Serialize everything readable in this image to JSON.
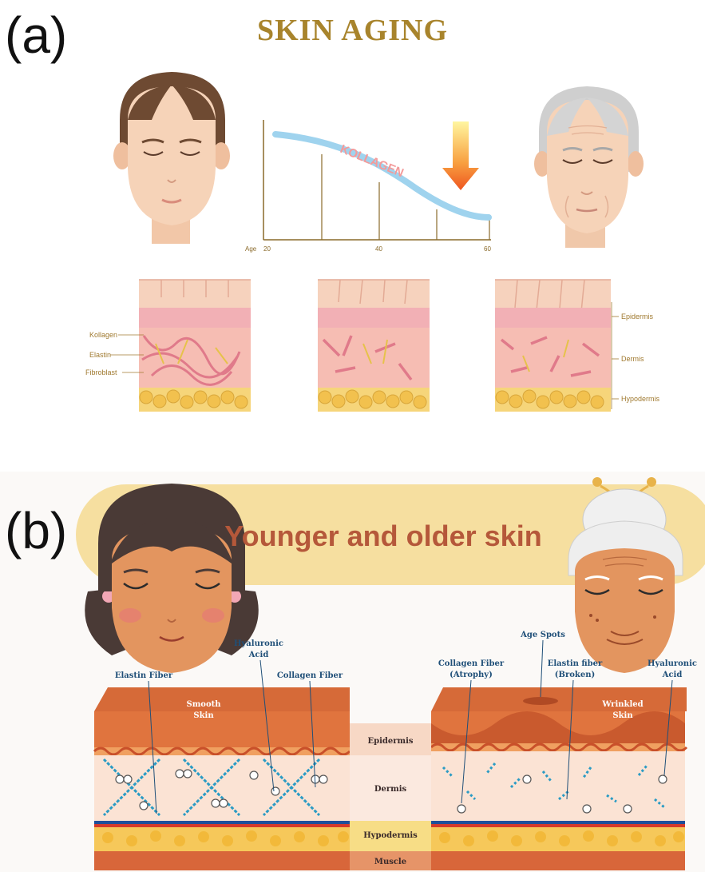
{
  "panel_a": {
    "label": "(a)",
    "title": "SKIN AGING",
    "curve_label": "KOLLAGEN",
    "axis": {
      "name": "Age",
      "ticks": [
        "20",
        "40",
        "60"
      ]
    },
    "left_labels": [
      "Kollagen",
      "Elastin",
      "Fibroblast"
    ],
    "right_labels": [
      "Epidermis",
      "Dermis",
      "Hypodermis"
    ]
  },
  "panel_b": {
    "label": "(b)",
    "title": "Younger and older skin",
    "young_labels": {
      "elastin": "Elastin Fiber",
      "hyaluronic_1": "Hyaluronic",
      "hyaluronic_2": "Acid",
      "collagen": "Collagen Fiber",
      "skin_1": "Smooth",
      "skin_2": "Skin"
    },
    "old_labels": {
      "age_spots": "Age Spots",
      "collagen_1": "Collagen Fiber",
      "collagen_2": "(Atrophy)",
      "elastin_1": "Elastin fiber",
      "elastin_2": "(Broken)",
      "hyaluronic_1": "Hyaluronic",
      "hyaluronic_2": "Acid",
      "skin_1": "Wrinkled",
      "skin_2": "Skin"
    },
    "layers": [
      "Epidermis",
      "Dermis",
      "Hypodermis",
      "Muscle"
    ]
  },
  "colors": {
    "gold": "#a8842c",
    "banner": "#f6dfa0",
    "young_skin": "#e0743e",
    "brown_title": "#b5583a",
    "fiber_blue": "#2a9bc4",
    "collagen_curve": "#9fd3ee"
  },
  "icons": [
    "young-woman-face-icon",
    "old-woman-face-icon",
    "down-arrow-icon",
    "girl-face-icon",
    "grandmother-face-icon"
  ]
}
